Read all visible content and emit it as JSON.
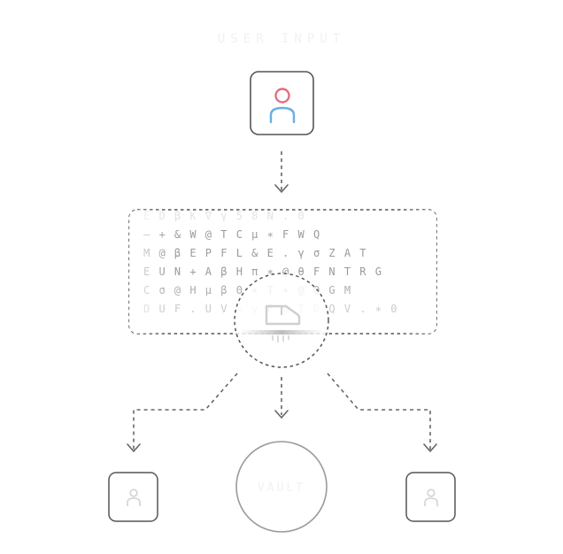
{
  "header": {
    "title": "USER INPUT"
  },
  "nodes": {
    "source_user": {
      "icon": "user-icon",
      "colors": {
        "head": "#e0707f",
        "body": "#69aee0",
        "stroke": "#5a5a5a"
      }
    },
    "processor": {
      "icon": "document-scanner-icon"
    },
    "recipients": [
      {
        "icon": "user-icon"
      },
      {
        "icon": "user-icon"
      }
    ],
    "center_output": {
      "label": "VAULT"
    }
  },
  "cipher_block": {
    "rows": [
      "E D  β  K  ∇ γ 5 8    N .    0",
      "— + &   W    @   T C   μ ∗   F W Q",
      "M     @ β   E P F L & E . γ σ   Z A T",
      "  E U N   + A   β H π   ∗ @ θ F N T R G",
      "C   σ @   H μ β   Θ   ∗ T + @   Q   G M",
      "  D U F . U V   = γ F θ   T   D Q V . ∗ 0"
    ],
    "colors": {
      "text": "#8a8a8a",
      "border": "#555555"
    }
  },
  "colors": {
    "stroke": "#555555",
    "dashed": "#666666",
    "circle_stroke": "#9a9a9a"
  }
}
